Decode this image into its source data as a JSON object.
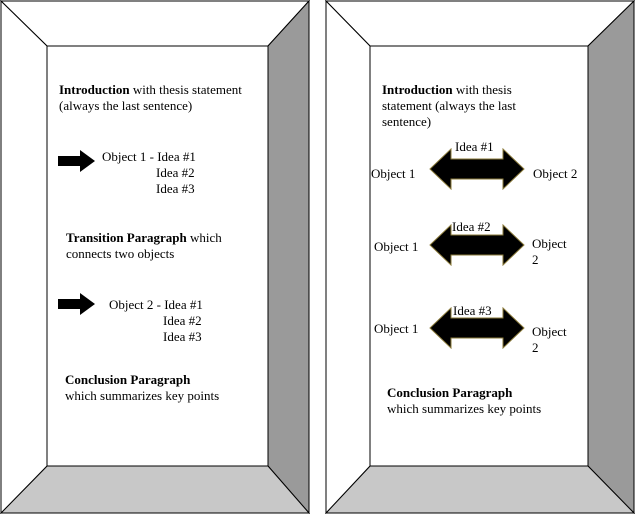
{
  "colors": {
    "top_bevel": "#ffffff",
    "right_bevel": "#9a9a9a",
    "bottom_bevel": "#c8c8c8",
    "left_bevel": "#ffffff",
    "arrow": "#000000",
    "arrow_outline": "#8a7a3a"
  },
  "left_diagram": {
    "intro_bold": "Introduction",
    "intro_rest": " with thesis statement",
    "intro_line2": "(always the last sentence)",
    "obj1_line1": "Object 1 - Idea #1",
    "obj1_line2": "Idea #2",
    "obj1_line3": "Idea #3",
    "transition_bold": "Transition Paragraph",
    "transition_rest": " which",
    "transition_line2": "connects two objects",
    "obj2_line1": "Object 2 - Idea #1",
    "obj2_line2": "Idea #2",
    "obj2_line3": "Idea #3",
    "conclusion_bold": "Conclusion Paragraph",
    "conclusion_line2": "which summarizes key points"
  },
  "right_diagram": {
    "intro_bold": "Introduction",
    "intro_rest": " with thesis",
    "intro_line2": "statement (always the last",
    "intro_line3": "sentence)",
    "rows": [
      {
        "idea": "Idea #1",
        "left": "Object 1",
        "right_line1": "Object 2",
        "right_line2": ""
      },
      {
        "idea": "Idea #2",
        "left": "Object 1",
        "right_line1": "Object",
        "right_line2": "2"
      },
      {
        "idea": "Idea #3",
        "left": "Object 1",
        "right_line1": "Object",
        "right_line2": "2"
      }
    ],
    "conclusion_bold": "Conclusion Paragraph",
    "conclusion_line2": "which summarizes key points"
  }
}
